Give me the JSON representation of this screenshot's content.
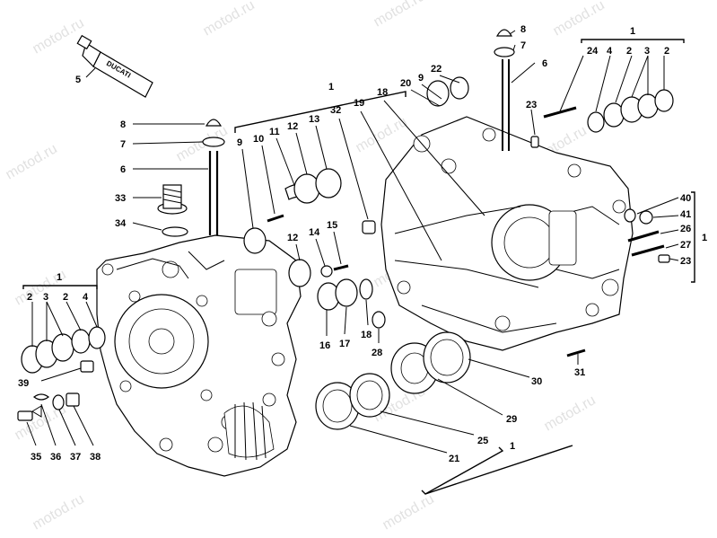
{
  "watermark": "motod.ru",
  "tube_brand": "DUCATI",
  "callouts": {
    "c5": "5",
    "c8a": "8",
    "c7a": "7",
    "c6a": "6",
    "c33": "33",
    "c34": "34",
    "c1_left": "1",
    "c2a": "2",
    "c3a": "3",
    "c2b": "2",
    "c4a": "4",
    "c39": "39",
    "c35": "35",
    "c36": "36",
    "c37": "37",
    "c38": "38",
    "c1_top": "1",
    "c9a": "9",
    "c10": "10",
    "c11": "11",
    "c12a": "12",
    "c13": "13",
    "c32": "32",
    "c19": "19",
    "c18a": "18",
    "c12b": "12",
    "c14": "14",
    "c15": "15",
    "c16": "16",
    "c17": "17",
    "c18b": "18",
    "c28": "28",
    "c20": "20",
    "c9b": "9",
    "c22": "22",
    "c8b": "8",
    "c7b": "7",
    "c6b": "6",
    "c1_topright": "1",
    "c24": "24",
    "c4b": "4",
    "c2c": "2",
    "c3b": "3",
    "c2d": "2",
    "c23a": "23",
    "c40": "40",
    "c41": "41",
    "c26": "26",
    "c27": "27",
    "c23b": "23",
    "c1_right": "1",
    "c31": "31",
    "c30": "30",
    "c29": "29",
    "c25": "25",
    "c21": "21",
    "c1_bottom": "1"
  }
}
